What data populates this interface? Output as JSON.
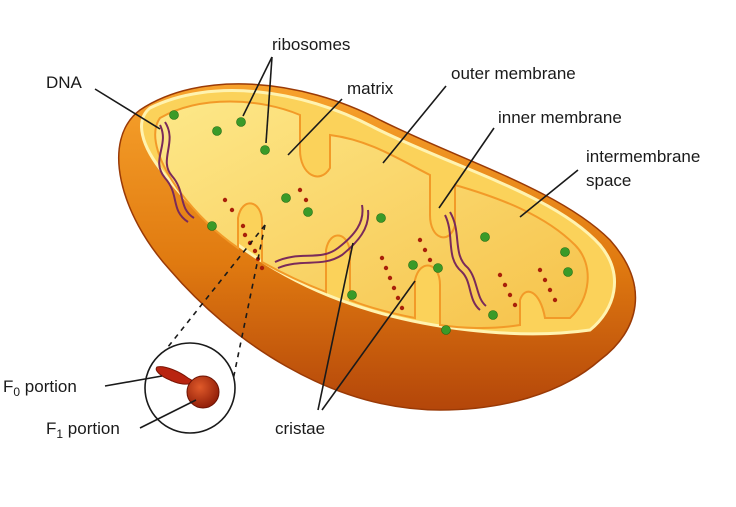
{
  "labels": {
    "ribosomes": "ribosomes",
    "dna": "DNA",
    "matrix": "matrix",
    "outer_membrane": "outer membrane",
    "inner_membrane": "inner membrane",
    "intermembrane_line1": "intermembrane",
    "intermembrane_line2": "space",
    "f0_prefix": "F",
    "f0_sub": "0",
    "f0_suffix": " portion",
    "f1_prefix": "F",
    "f1_sub": "1",
    "f1_suffix": " portion",
    "cristae": "cristae"
  },
  "colors": {
    "outer_shell": "#e07a10",
    "outer_shell_dark": "#b4460a",
    "inner_membrane": "#f4b43a",
    "matrix": "#fde27a",
    "ribosome": "#3a9a28",
    "dna": "#7a2a5a",
    "atp_synthase": "#a8200a"
  }
}
